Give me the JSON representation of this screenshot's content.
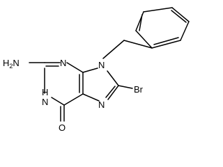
{
  "molecule": {
    "labels": {
      "amine": "H2N",
      "amine_h": "H",
      "amine_sub": "2",
      "amine_n": "N",
      "n3": "N",
      "n9": "N",
      "n7": "N",
      "nh": "H",
      "nh_n": "N",
      "br": "Br",
      "oxygen": "O"
    }
  }
}
